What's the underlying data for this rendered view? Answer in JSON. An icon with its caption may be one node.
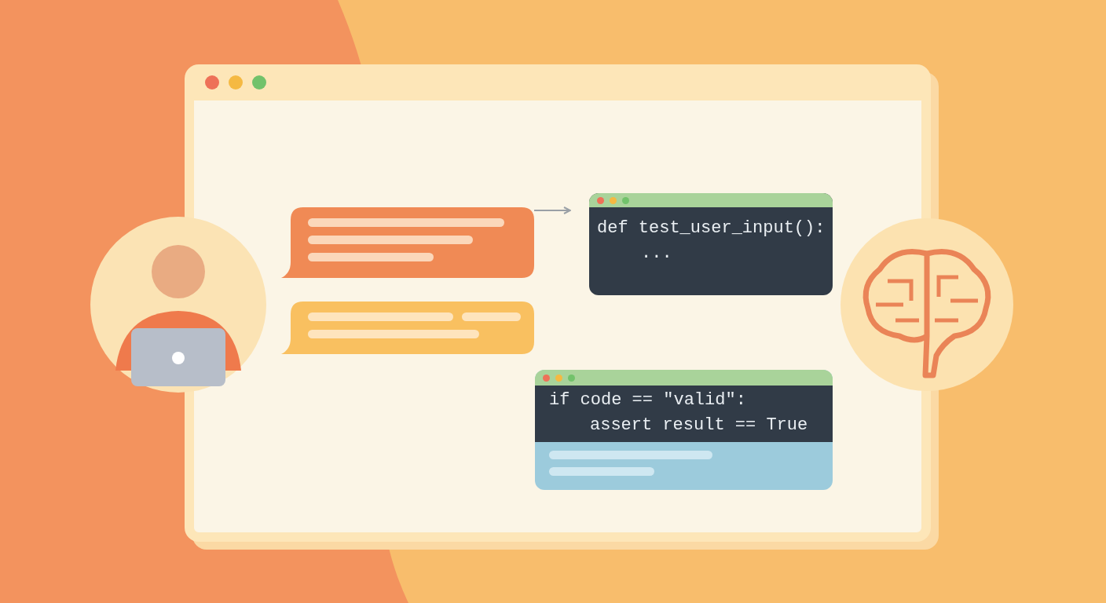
{
  "diagram": {
    "nodes": [
      {
        "text": [],
        "shape": "box"
      },
      {
        "text": [],
        "shape": "box",
        "in": 0
      },
      {
        "text": [
          "def test_user_input():",
          "..."
        ],
        "in": 0
      },
      {
        "text": [],
        "shape": "box",
        "in": 0
      },
      {
        "text": [
          "if code == \"valid\":",
          "assert result == True"
        ],
        "in": 0
      },
      {
        "text": [],
        "shape": "person"
      },
      {
        "text": [],
        "shape": "picture"
      }
    ],
    "edges": [
      {
        "from": 1,
        "to": 2,
        "arrow": "to"
      }
    ]
  }
}
